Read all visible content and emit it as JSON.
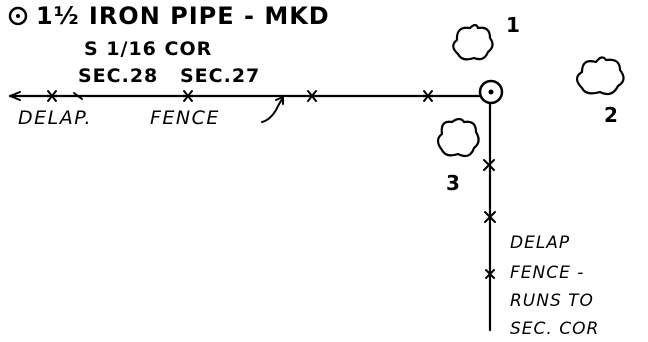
{
  "monument": {
    "symbol": "⊙",
    "description": "1½ IRON PIPE - MKD",
    "corner": "S 1/16 COR",
    "sec_left": "SEC.28",
    "sec_right": "SEC.27"
  },
  "fence_horizontal": {
    "word1": "DELAP.",
    "word2": "FENCE"
  },
  "fence_vertical": {
    "line1": "DELAP",
    "line2": "FENCE -",
    "line3": "RUNS TO",
    "line4": "SEC. COR"
  },
  "bearing_trees": {
    "tree1_label": "1",
    "tree2_label": "2",
    "tree3_label": "3"
  }
}
